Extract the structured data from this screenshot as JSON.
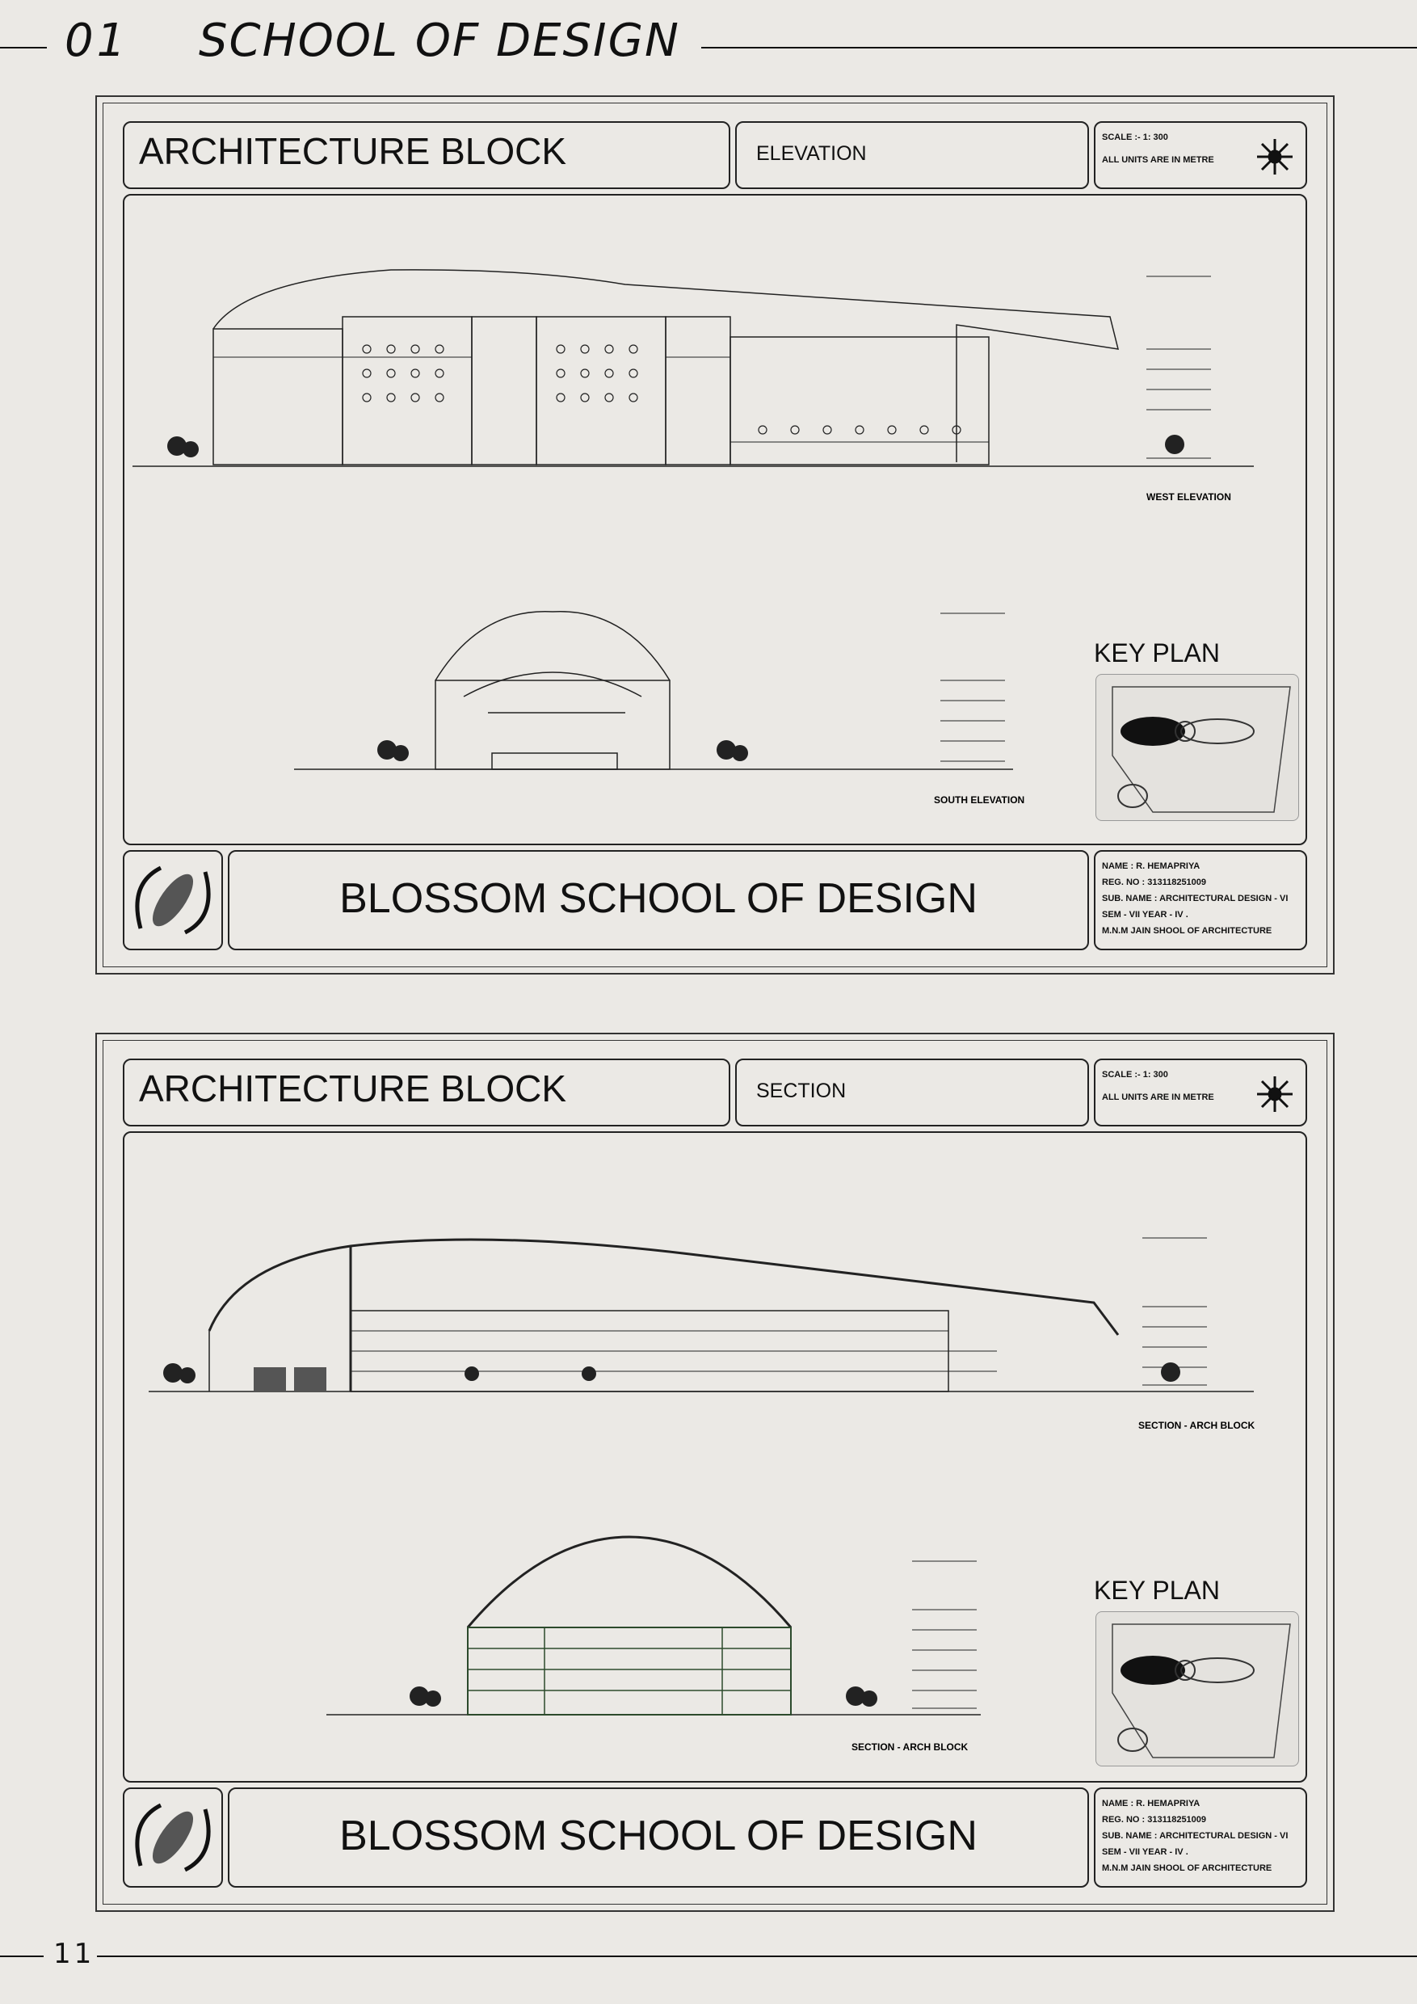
{
  "header": {
    "number": "01",
    "title": "SCHOOL OF DESIGN"
  },
  "footer": {
    "page_number": "11"
  },
  "sheets": [
    {
      "block_title": "ARCHITECTURE BLOCK",
      "drawing_type": "ELEVATION",
      "scale": "SCALE :- 1: 300",
      "units": "ALL UNITS ARE IN METRE",
      "drawing1_caption": "WEST ELEVATION",
      "drawing2_caption": "SOUTH ELEVATION",
      "key_plan_label": "KEY PLAN",
      "school_name": "BLOSSOM SCHOOL OF DESIGN",
      "info": {
        "name": "NAME :        R. HEMAPRIYA",
        "reg": "REG. NO :    313118251009",
        "sub": "SUB. NAME : ARCHITECTURAL DESIGN - VI",
        "sem": "SEM - VII      YEAR - IV .",
        "college": "M.N.M JAIN SHOOL OF ARCHITECTURE"
      }
    },
    {
      "block_title": "ARCHITECTURE BLOCK",
      "drawing_type": "SECTION",
      "scale": "SCALE :- 1: 300",
      "units": "ALL UNITS ARE IN METRE",
      "drawing1_caption": "SECTION - ARCH BLOCK",
      "drawing2_caption": "SECTION - ARCH BLOCK",
      "key_plan_label": "KEY PLAN",
      "school_name": "BLOSSOM SCHOOL OF DESIGN",
      "info": {
        "name": "NAME :        R. HEMAPRIYA",
        "reg": "REG. NO :    313118251009",
        "sub": "SUB. NAME : ARCHITECTURAL DESIGN - VI",
        "sem": "SEM - VII      YEAR - IV .",
        "college": "M.N.M JAIN SHOOL OF ARCHITECTURE"
      }
    }
  ]
}
